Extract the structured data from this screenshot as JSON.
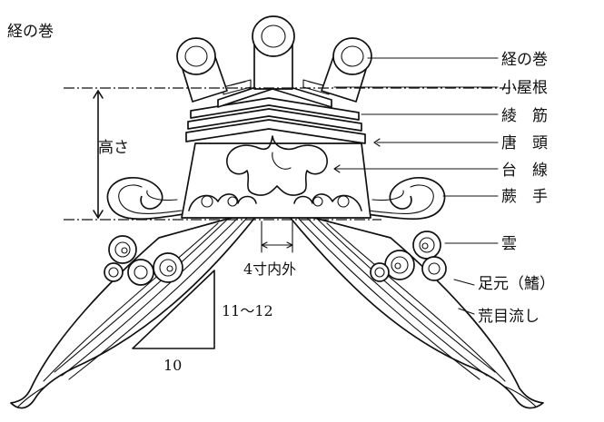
{
  "corner_label": "経の巻",
  "labels": [
    {
      "id": "kyonomaki",
      "text": "経の巻"
    },
    {
      "id": "koyane",
      "text": "小屋根"
    },
    {
      "id": "ayasuji",
      "text": "綾　筋"
    },
    {
      "id": "karagashira",
      "text": "唐　頭"
    },
    {
      "id": "daisen",
      "text": "台　線"
    },
    {
      "id": "warabite",
      "text": "蕨　手"
    },
    {
      "id": "kumo",
      "text": "雲"
    },
    {
      "id": "ashimoto",
      "text": "足元（鰭）"
    },
    {
      "id": "arame",
      "text": "荒目流し"
    }
  ],
  "height_label": "高さ",
  "width_label": "4寸内外",
  "slope": {
    "rise": "11～12",
    "run": "10"
  }
}
